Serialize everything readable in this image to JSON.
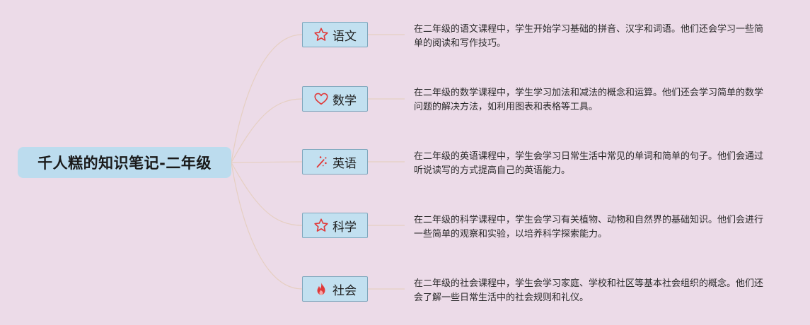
{
  "root": {
    "title": "千人糕的知识笔记-二年级"
  },
  "branches": [
    {
      "label": "语文",
      "icon": "star-outline-icon",
      "description": "在二年级的语文课程中，学生开始学习基础的拼音、汉字和词语。他们还会学习一些简单的阅读和写作技巧。"
    },
    {
      "label": "数学",
      "icon": "heart-outline-icon",
      "description": "在二年级的数学课程中，学生学习加法和减法的概念和运算。他们还会学习简单的数学问题的解决方法，如利用图表和表格等工具。"
    },
    {
      "label": "英语",
      "icon": "sparkle-icon",
      "description": "在二年级的英语课程中，学生会学习日常生活中常见的单词和简单的句子。他们会通过听说读写的方式提高自己的英语能力。"
    },
    {
      "label": "科学",
      "icon": "star-outline-icon",
      "description": "在二年级的科学课程中，学生会学习有关植物、动物和自然界的基础知识。他们会进行一些简单的观察和实验，以培养科学探索能力。"
    },
    {
      "label": "社会",
      "icon": "flame-icon",
      "description": "在二年级的社会课程中，学生会学习家庭、学校和社区等基本社会组织的概念。他们还会了解一些日常生活中的社会规则和礼仪。"
    }
  ],
  "colors": {
    "background": "#ecdbe8",
    "root_fill": "#bcdcee",
    "branch_fill": "#c2e0f0",
    "branch_border": "#7fa7bd",
    "connector": "#e6cfc2",
    "icon_red": "#e03a3a"
  }
}
